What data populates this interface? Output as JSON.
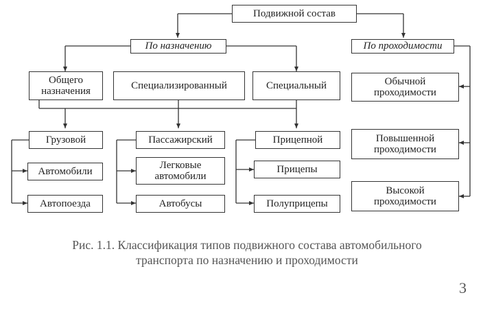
{
  "diagram": {
    "root": "Подвижной состав",
    "by_purpose": "По назначению",
    "by_passability": "По проходимости",
    "purpose_types": [
      "Общего\nназначения",
      "Специализированный",
      "Специальный"
    ],
    "passability_types": [
      "Обычной\nпроходимости",
      "Повышенной\nпроходимости",
      "Высокой\nпроходимости"
    ],
    "cargo": {
      "title": "Грузовой",
      "items": [
        "Автомобили",
        "Автопоезда"
      ]
    },
    "passenger": {
      "title": "Пассажирский",
      "items": [
        "Легковые\nавтомобили",
        "Автобусы"
      ]
    },
    "trailer": {
      "title": "Прицепной",
      "items": [
        "Прицепы",
        "Полуприцепы"
      ]
    }
  },
  "caption": "Рис. 1.1. Классификация типов подвижного состава автомобильного\nтранспорта по назначению и проходимости",
  "page_number": "3"
}
